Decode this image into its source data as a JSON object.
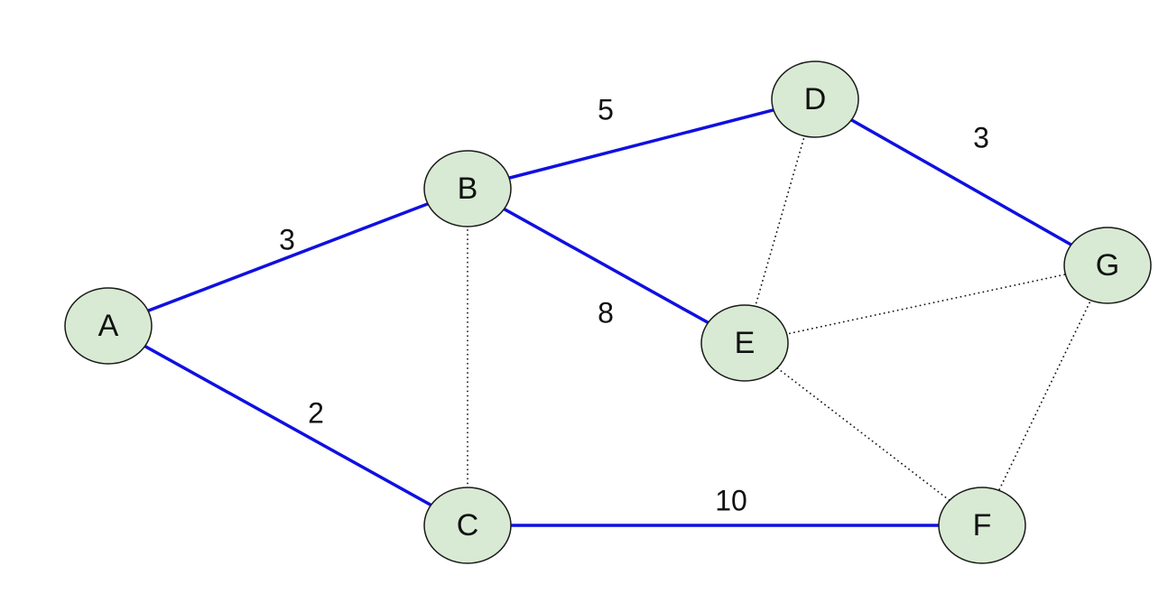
{
  "colors": {
    "node_fill": "#d8ead3",
    "node_stroke": "#1a1a1a",
    "path_edge": "#1010e0",
    "dotted_edge": "#1a1a1a",
    "text": "#111111"
  },
  "nodes": [
    {
      "id": "A",
      "label": "A"
    },
    {
      "id": "B",
      "label": "B"
    },
    {
      "id": "C",
      "label": "C"
    },
    {
      "id": "D",
      "label": "D"
    },
    {
      "id": "E",
      "label": "E"
    },
    {
      "id": "F",
      "label": "F"
    },
    {
      "id": "G",
      "label": "G"
    }
  ],
  "edges": [
    {
      "from": "A",
      "to": "B",
      "weight": "3",
      "style": "solid"
    },
    {
      "from": "A",
      "to": "C",
      "weight": "2",
      "style": "solid"
    },
    {
      "from": "B",
      "to": "D",
      "weight": "5",
      "style": "solid"
    },
    {
      "from": "B",
      "to": "E",
      "weight": "8",
      "style": "solid"
    },
    {
      "from": "D",
      "to": "G",
      "weight": "3",
      "style": "solid"
    },
    {
      "from": "C",
      "to": "F",
      "weight": "10",
      "style": "solid"
    },
    {
      "from": "B",
      "to": "C",
      "weight": "",
      "style": "dotted"
    },
    {
      "from": "D",
      "to": "E",
      "weight": "",
      "style": "dotted"
    },
    {
      "from": "E",
      "to": "G",
      "weight": "",
      "style": "dotted"
    },
    {
      "from": "E",
      "to": "F",
      "weight": "",
      "style": "dotted"
    },
    {
      "from": "G",
      "to": "F",
      "weight": "",
      "style": "dotted"
    }
  ]
}
